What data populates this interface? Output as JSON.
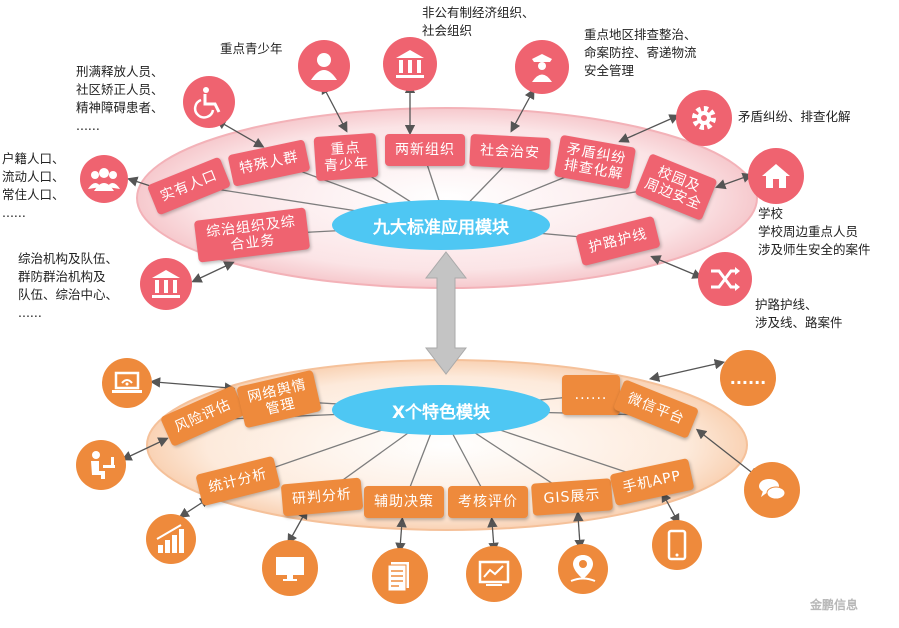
{
  "top": {
    "hub": "九大标准应用模块",
    "modules": [
      "实有人口",
      "特殊人群",
      "重点\n青少年",
      "两新组织",
      "社会治安",
      "矛盾纠纷\n排查化解",
      "校园及\n周边安全",
      "护路护线",
      "综治组织及综\n合业务"
    ],
    "notes": [
      "户籍人口、\n流动人口、\n常住人口、\n......",
      "刑满释放人员、\n社区矫正人员、\n精神障碍患者、\n......",
      "重点青少年",
      "非公有制经济组织、\n社会组织",
      "重点地区排查整治、\n命案防控、寄递物流\n安全管理",
      "矛盾纠纷、排查化解",
      "学校\n学校周边重点人员\n涉及师生安全的案件",
      "护路护线、\n涉及线、路案件",
      "综治机构及队伍、\n群防群治机构及\n队伍、综治中心、\n......"
    ],
    "icons": [
      "people-group",
      "wheelchair",
      "person",
      "institution",
      "police",
      "gear",
      "house",
      "shuffle",
      "institution"
    ]
  },
  "bottom": {
    "hub": "X个特色模块",
    "modules": [
      "风险评估",
      "网络舆情\n管理",
      "......",
      "微信平台",
      "统计分析",
      "研判分析",
      "辅助决策",
      "考核评价",
      "GIS展示",
      "手机APP"
    ],
    "extra_circle": "......",
    "icons": [
      "laptop-wifi",
      "person-desk",
      "bar-chart",
      "monitor",
      "document",
      "monitor-chart",
      "location-pin",
      "smartphone",
      "chat-bubbles"
    ]
  },
  "watermark": "金鹏信息",
  "colors": {
    "red": "#ef6370",
    "orange": "#ee8a3c",
    "hub": "#4ec7f3",
    "arrow": "#bdbdbd"
  }
}
